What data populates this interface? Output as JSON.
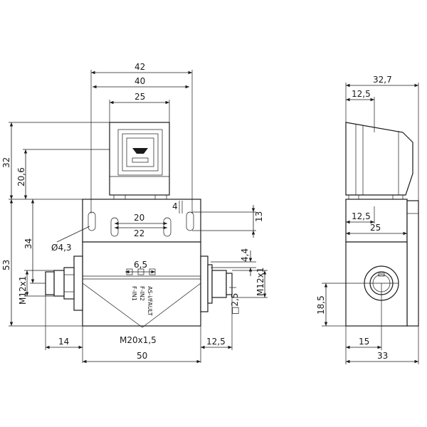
{
  "front_view": {
    "dims": {
      "width_42": "42",
      "width_40": "40",
      "width_25": "25",
      "height_32": "32",
      "height_20_6": "20,6",
      "height_53": "53",
      "height_34": "34",
      "hole_20": "20",
      "hole_22": "22",
      "dia_4_3": "Ø4,3",
      "offset_4": "4",
      "height_13": "13",
      "offset_4_4": "4,4",
      "connector_m12_left": "M12x1",
      "connector_m12_right": "M12x1",
      "led_6_5": "6,5",
      "square_2_5": "□2,5",
      "thread_m20": "M20x1,5",
      "length_14": "14",
      "length_12_5": "12,5",
      "width_50": "50"
    },
    "led_labels": [
      "F-IN1",
      "F-IN2",
      "AS-i/FAULT"
    ]
  },
  "side_view": {
    "dims": {
      "width_32_7": "32,7",
      "top_12_5": "12,5",
      "mid_12_5": "12,5",
      "width_25": "25",
      "height_18_5": "18,5",
      "width_15": "15",
      "width_33": "33"
    }
  }
}
